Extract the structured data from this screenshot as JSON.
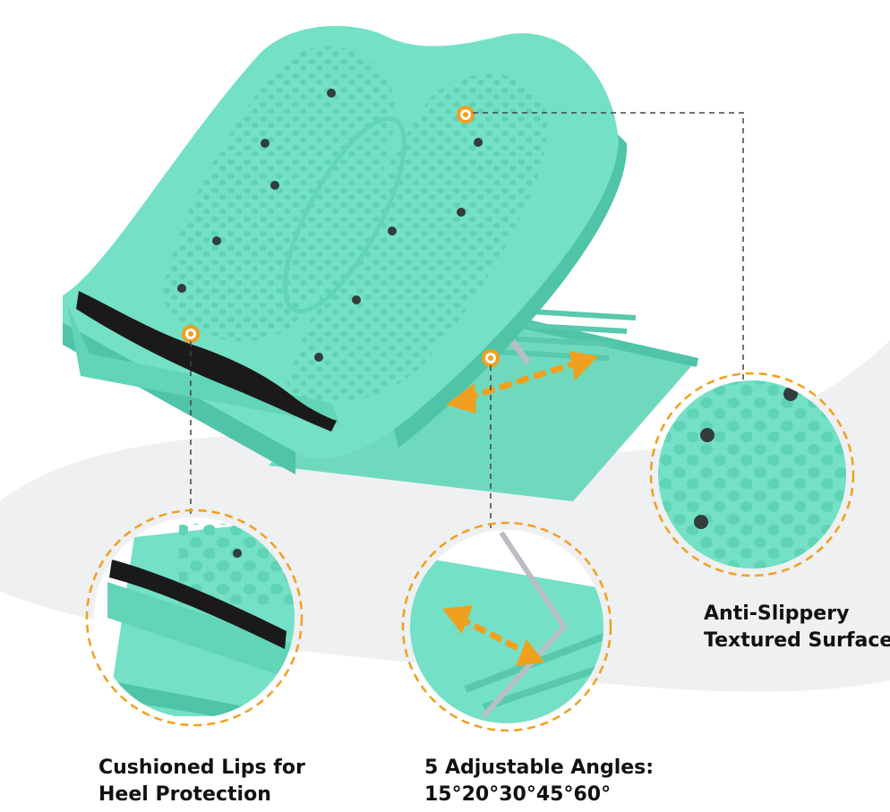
{
  "captions": {
    "heel": {
      "line1": "Cushioned Lips for",
      "line2": "Heel Protection"
    },
    "angles": {
      "line1": "5 Adjustable Angles:",
      "line2": "15°20°30°45°60°"
    },
    "surface": {
      "line1": "Anti-Slippery",
      "line2": "Textured Surface"
    }
  },
  "colors": {
    "board": "#74e0c6",
    "board_dark": "#4fc4a8",
    "board_shadow": "#3aa88e",
    "accent": "#f0a01e",
    "strap": "#1a1a1a",
    "metal": "#b9bec4"
  }
}
